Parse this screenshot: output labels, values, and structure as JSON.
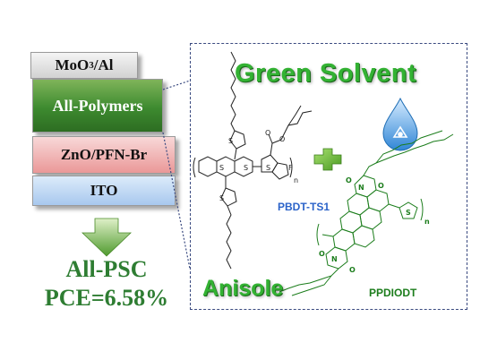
{
  "layers": {
    "top": {
      "text": "MoO",
      "sub": "3",
      "rest": "/Al"
    },
    "active": "All-Polymers",
    "etl": "ZnO/PFN-Br",
    "electrode": "ITO"
  },
  "result": {
    "line1": "All-PSC",
    "line2": "PCE=6.58%"
  },
  "panel": {
    "title": "Green Solvent",
    "solvent": "Anisole",
    "donor": "PBDT-TS1",
    "acceptor": "PPDIODT"
  },
  "atoms": {
    "sulfur": "S",
    "oxygen": "O",
    "fluorine": "F",
    "nitrogen": "N",
    "repeat": "n"
  },
  "colors": {
    "solvent_green": "#33b233",
    "donor_blue": "#2b63c9",
    "acceptor_green": "#1c7d1c",
    "arrow_green": "#5aa83a"
  },
  "icons": [
    "water-drop-icon",
    "recycle-icon",
    "plus-icon",
    "down-arrow-icon"
  ]
}
